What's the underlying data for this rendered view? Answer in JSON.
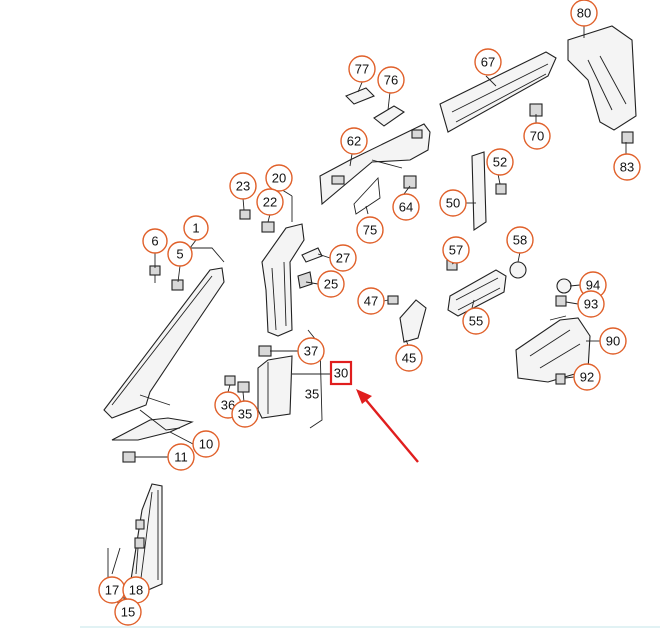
{
  "diagram": {
    "callouts": [
      {
        "id": "80",
        "label": "80"
      },
      {
        "id": "67",
        "label": "67"
      },
      {
        "id": "77",
        "label": "77"
      },
      {
        "id": "76",
        "label": "76"
      },
      {
        "id": "70",
        "label": "70"
      },
      {
        "id": "83",
        "label": "83"
      },
      {
        "id": "62",
        "label": "62"
      },
      {
        "id": "52",
        "label": "52"
      },
      {
        "id": "23",
        "label": "23"
      },
      {
        "id": "20",
        "label": "20"
      },
      {
        "id": "22",
        "label": "22"
      },
      {
        "id": "64",
        "label": "64"
      },
      {
        "id": "50",
        "label": "50"
      },
      {
        "id": "75",
        "label": "75"
      },
      {
        "id": "1",
        "label": "1"
      },
      {
        "id": "6",
        "label": "6"
      },
      {
        "id": "5",
        "label": "5"
      },
      {
        "id": "27",
        "label": "27"
      },
      {
        "id": "57",
        "label": "57"
      },
      {
        "id": "58",
        "label": "58"
      },
      {
        "id": "94",
        "label": "94"
      },
      {
        "id": "25",
        "label": "25"
      },
      {
        "id": "93",
        "label": "93"
      },
      {
        "id": "47",
        "label": "47"
      },
      {
        "id": "55",
        "label": "55"
      },
      {
        "id": "90",
        "label": "90"
      },
      {
        "id": "37",
        "label": "37"
      },
      {
        "id": "45",
        "label": "45"
      },
      {
        "id": "92",
        "label": "92"
      },
      {
        "id": "36",
        "label": "36"
      },
      {
        "id": "35b",
        "label": "35"
      },
      {
        "id": "10",
        "label": "10"
      },
      {
        "id": "11",
        "label": "11"
      },
      {
        "id": "17",
        "label": "17"
      },
      {
        "id": "18",
        "label": "18"
      },
      {
        "id": "15",
        "label": "15"
      }
    ],
    "plain_label_35": "35",
    "highlight": {
      "label": "30",
      "color": "#e01e1e"
    },
    "callout_color": "#e0602a"
  }
}
